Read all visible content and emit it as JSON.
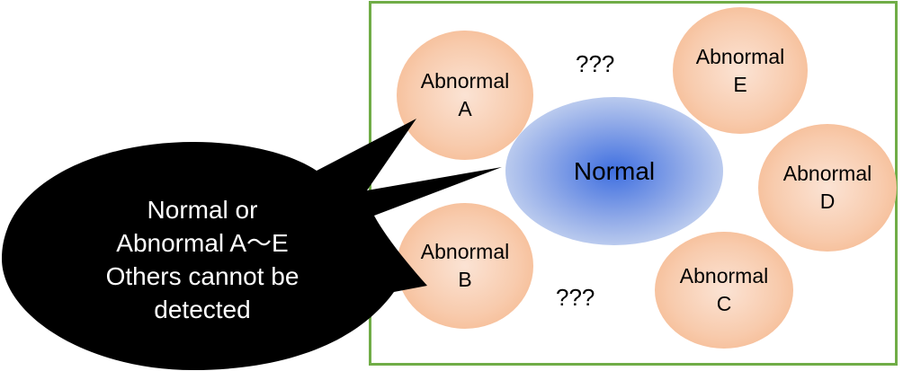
{
  "diagram": {
    "normal": {
      "label": "Normal"
    },
    "abnormal": [
      {
        "line1": "Abnormal",
        "line2": "A"
      },
      {
        "line1": "Abnormal",
        "line2": "B"
      },
      {
        "line1": "Abnormal",
        "line2": "C"
      },
      {
        "line1": "Abnormal",
        "line2": "D"
      },
      {
        "line1": "Abnormal",
        "line2": "E"
      }
    ],
    "unknown_top": "???",
    "unknown_bottom": "???",
    "callout": {
      "lines": [
        "Normal or",
        "Abnormal A～E",
        "Others cannot be",
        "detected"
      ]
    },
    "colors": {
      "frame_border": "#70ad47",
      "abnormal_fill": "#f8cbad",
      "normal_fill": "#8fa9e8",
      "callout_fill": "#000000",
      "callout_text": "#ffffff"
    }
  }
}
